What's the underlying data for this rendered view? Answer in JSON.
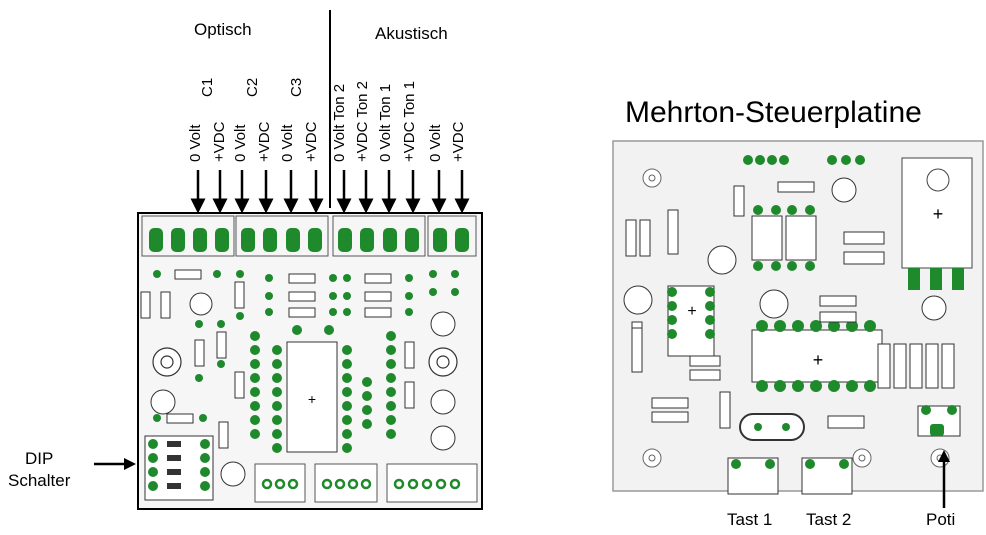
{
  "left": {
    "group_optical": "Optisch",
    "group_acoustic": "Akustisch",
    "channel_labels": [
      "C1",
      "C2",
      "C3"
    ],
    "pin_labels": [
      "0 Volt",
      "+VDC",
      "0 Volt",
      "+VDC",
      "0 Volt",
      "+VDC",
      "0 Volt Ton 2",
      "+VDC Ton 2",
      "0 Volt Ton 1",
      "+VDC Ton 1",
      "0 Volt",
      "+VDC"
    ],
    "dip_label_line1": "DIP",
    "dip_label_line2": "Schalter"
  },
  "right": {
    "title": "Mehrton-Steuerplatine",
    "bottom_labels": [
      "Tast 1",
      "Tast 2",
      "Poti"
    ]
  },
  "colors": {
    "pad_green": "#1f8a2c",
    "pad_light": "#e8f4e8",
    "board_bg": "#f2f2f2",
    "outline": "#000000"
  }
}
